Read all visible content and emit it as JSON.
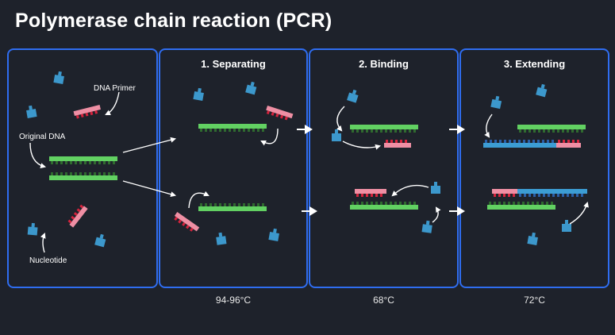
{
  "title": "Polymerase chain reaction (PCR)",
  "labels": {
    "dna_primer": "DNA Primer",
    "original_dna": "Original DNA",
    "nucleotide": "Nucleotide"
  },
  "steps": [
    {
      "title": "1. Separating",
      "temperature": "94-96°C"
    },
    {
      "title": "2. Binding",
      "temperature": "68°C"
    },
    {
      "title": "3. Extending",
      "temperature": "72°C"
    }
  ],
  "colors": {
    "background": "#1e222b",
    "panel_border": "#2f6df0",
    "dna_strand": "#62d162",
    "dna_teeth": "#2f6a2f",
    "primer": "#ef8fa4",
    "primer_teeth": "#d6233d",
    "nucleotide": "#3c98cc",
    "new_strand": "#3c9dd4",
    "arrow": "#ffffff"
  },
  "icons": [
    "curved-arrow-icon",
    "right-arrow-icon"
  ]
}
